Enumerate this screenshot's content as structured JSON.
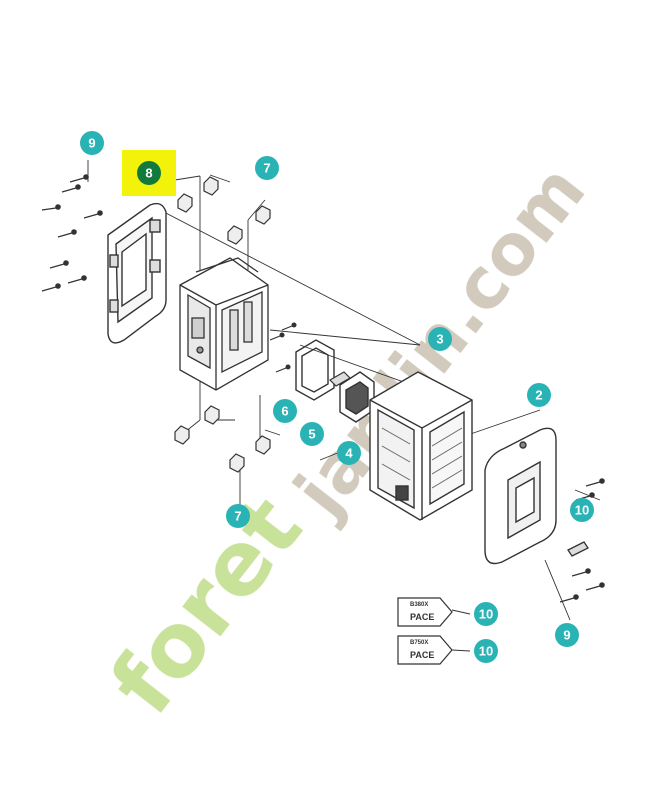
{
  "diagram": {
    "callouts": [
      {
        "id": "c9a",
        "label": "9"
      },
      {
        "id": "c8",
        "label": "8",
        "highlight": true
      },
      {
        "id": "c7a",
        "label": "7"
      },
      {
        "id": "c3",
        "label": "3"
      },
      {
        "id": "c2",
        "label": "2"
      },
      {
        "id": "c6",
        "label": "6"
      },
      {
        "id": "c5",
        "label": "5"
      },
      {
        "id": "c4",
        "label": "4"
      },
      {
        "id": "c7b",
        "label": "7"
      },
      {
        "id": "c10a",
        "label": "10"
      },
      {
        "id": "c10b",
        "label": "10"
      },
      {
        "id": "c10c",
        "label": "10"
      },
      {
        "id": "c9b",
        "label": "9"
      }
    ],
    "label_plates": [
      {
        "model": "B380X",
        "brand": "PACE"
      },
      {
        "model": "B750X",
        "brand": "PACE"
      }
    ],
    "watermark": {
      "prefix": "foret",
      "suffix": "jardin.com"
    },
    "colors": {
      "callout_fill": "#2ab3b4",
      "highlight_box": "#f2f20a",
      "highlight_circle": "#117a3c",
      "line": "#333333",
      "watermark_green": "#c2df8e",
      "watermark_orange": "#f6c98e",
      "watermark_gray": "#cdc4b5"
    }
  }
}
